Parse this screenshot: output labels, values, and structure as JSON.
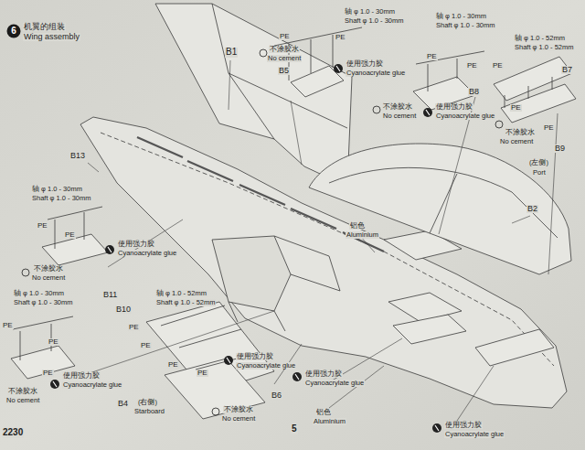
{
  "diagram": {
    "title": "Wing assembly",
    "nodes": [
      {
        "text": [
          "6"
        ]
      }
    ],
    "labels": [
      "机翼的组装",
      "B1",
      "PE",
      "PE",
      "轴 φ 1.0 - 30mm",
      "Shaft φ 1.0 - 30mm",
      "不涂胶水",
      "No cement",
      "B5",
      "使用强力胶",
      "Cyanoacrylate glue",
      "轴 φ 1.0 - 30mm",
      "Shaft φ 1.0 - 30mm",
      "PE",
      "PE",
      "B8",
      "不涂胶水",
      "No cement",
      "使用强力胶",
      "Cyanoacrylate glue",
      "轴 φ 1.0 - 52mm",
      "Shaft φ 1.0 - 52mm",
      "PE",
      "B7",
      "PE",
      "PE",
      "不涂胶水",
      "No cement",
      "B9",
      "(左侧)",
      "Port",
      "B13",
      "B2",
      "铝色",
      "Aluminium",
      "轴 φ 1.0 - 30mm",
      "Shaft φ 1.0 - 30mm",
      "PE",
      "PE",
      "使用强力胶",
      "Cyanoacrylate glue",
      "不涂胶水",
      "No cement",
      "B11",
      "轴 φ 1.0 - 30mm",
      "Shaft φ 1.0 - 30mm",
      "PE",
      "PE",
      "PE",
      "使用强力胶",
      "Cyanoacrylate glue",
      "不涂胶水",
      "No cement",
      "B4",
      "B10",
      "轴 φ 1.0 - 52mm",
      "Shaft φ 1.0 - 52mm",
      "PE",
      "PE",
      "PE",
      "PE",
      "使用强力胶",
      "Cyanoacrylate glue",
      "不涂胶水",
      "No cement",
      "B6",
      "(右侧)",
      "Starboard",
      "使用强力胶",
      "Cyanoacrylate glue",
      "铝色",
      "Aluminium",
      "使用强力胶",
      "Cyanoacrylate glue",
      "2230",
      "5"
    ]
  }
}
